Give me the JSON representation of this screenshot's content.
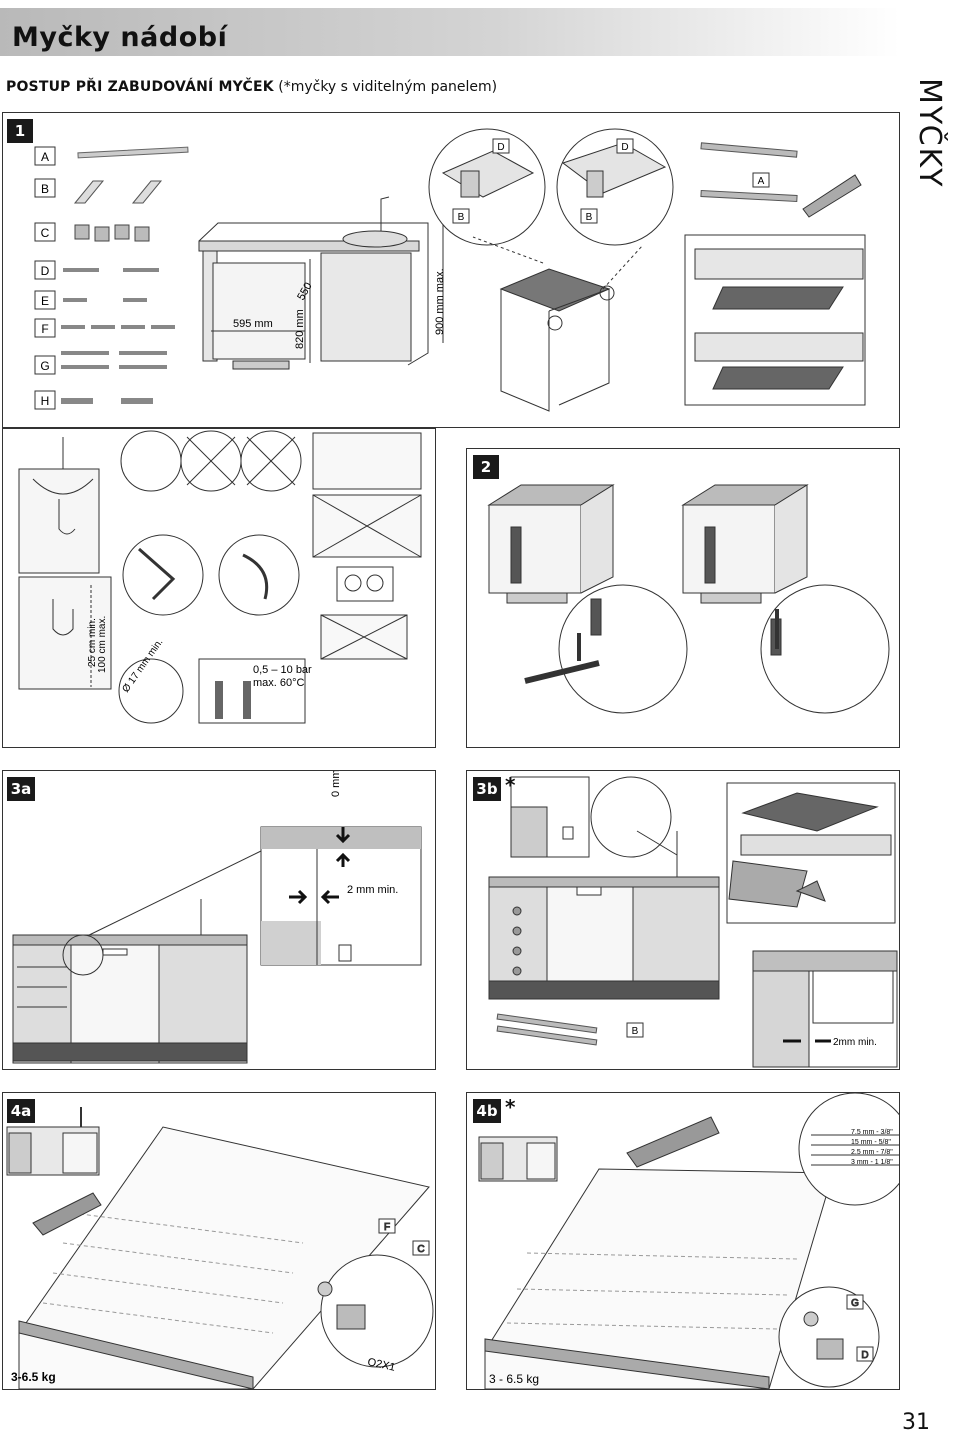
{
  "header": {
    "title": "Myčky nádobí"
  },
  "subheading": {
    "bold": "POSTUP PŘI ZABUDOVÁNÍ MYČEK",
    "normal": " (*myčky s viditelným panelem)"
  },
  "side_label": "MYČKY",
  "page_number": "31",
  "sections": {
    "s1": {
      "badge": "1",
      "parts": [
        "A",
        "B",
        "C",
        "D",
        "E",
        "F",
        "G",
        "H"
      ],
      "cabinet_labels": [
        "B",
        "D",
        "D",
        "B",
        "A"
      ],
      "dims": {
        "depth": "550",
        "height": "820 mm",
        "width": "595 mm",
        "max_height": "900 mm max."
      }
    },
    "s_conn": {
      "hose_min": "25 cm min.",
      "hose_max": "100 cm max.",
      "diameter": "Ø 17 mm min.",
      "pressure": "0,5 – 10 bar",
      "temperature": "max. 60°C"
    },
    "s2": {
      "badge": "2"
    },
    "s3a": {
      "badge": "3a",
      "gap_top": "0 mm",
      "gap_side": "2 mm min."
    },
    "s3b": {
      "badge": "3b",
      "star": "*",
      "part": "B",
      "gap_side": "2mm min."
    },
    "s4a": {
      "badge": "4a",
      "parts": [
        "F",
        "C"
      ],
      "weight": "3-6.5 kg",
      "template_text": "O2X1"
    },
    "s4b": {
      "badge": "4b",
      "star": "*",
      "parts": [
        "G",
        "D"
      ],
      "weight": "3 - 6.5 kg",
      "thickness": [
        "7.5 mm - 3/8\"",
        "15 mm - 5/8\"",
        "2.5 mm - 7/8\"",
        "3 mm - 1 1/8\""
      ]
    }
  }
}
